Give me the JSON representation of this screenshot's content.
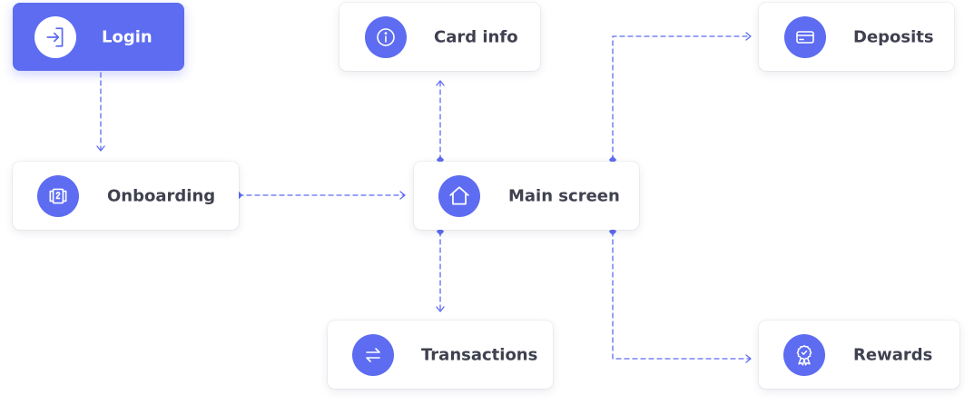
{
  "colors": {
    "accent": "#5d6cf1",
    "card_background": "#ffffff",
    "label_text": "#3f4150",
    "connector": "#5d6cf1"
  },
  "nodes": {
    "login": {
      "label": "Login",
      "icon": "login-icon",
      "highlighted": true
    },
    "card_info": {
      "label": "Card info",
      "icon": "info-icon",
      "highlighted": false
    },
    "deposits": {
      "label": "Deposits",
      "icon": "credit-card-icon",
      "highlighted": false
    },
    "onboarding": {
      "label": "Onboarding",
      "icon": "onboarding-pages-icon",
      "highlighted": false
    },
    "main_screen": {
      "label": "Main screen",
      "icon": "home-icon",
      "highlighted": false
    },
    "transactions": {
      "label": "Transactions",
      "icon": "transfer-arrows-icon",
      "highlighted": false
    },
    "rewards": {
      "label": "Rewards",
      "icon": "award-badge-icon",
      "highlighted": false
    }
  },
  "edges": [
    {
      "from": "login",
      "to": "onboarding",
      "style": "dashed",
      "arrow": "end"
    },
    {
      "from": "onboarding",
      "to": "main_screen",
      "style": "dashed",
      "arrow": "end"
    },
    {
      "from": "main_screen",
      "to": "card_info",
      "style": "dashed",
      "arrow": "end"
    },
    {
      "from": "main_screen",
      "to": "deposits",
      "style": "dashed",
      "arrow": "end"
    },
    {
      "from": "main_screen",
      "to": "transactions",
      "style": "dashed",
      "arrow": "end"
    },
    {
      "from": "main_screen",
      "to": "rewards",
      "style": "dashed",
      "arrow": "end"
    }
  ]
}
